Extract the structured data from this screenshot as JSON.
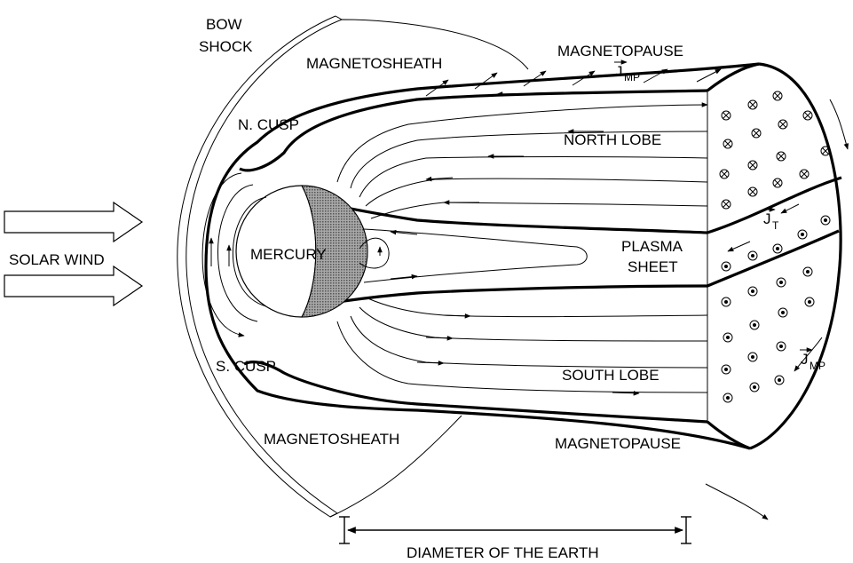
{
  "labels": {
    "bow_shock": [
      "BOW",
      "SHOCK"
    ],
    "magnetosheath_top": "MAGNETOSHEATH",
    "magnetosheath_bottom": "MAGNETOSHEATH",
    "magnetopause_top": "MAGNETOPAUSE",
    "magnetopause_bottom": "MAGNETOPAUSE",
    "n_cusp": "N. CUSP",
    "s_cusp": "S. CUSP",
    "north_lobe": "NORTH LOBE",
    "south_lobe": "SOUTH LOBE",
    "plasma_sheet": [
      "PLASMA",
      "SHEET"
    ],
    "mercury": "MERCURY",
    "solar_wind": "SOLAR WIND",
    "diameter": "DIAMETER OF THE EARTH",
    "current_mp_top": {
      "main": "J",
      "sub": "MP"
    },
    "current_mp_bottom": {
      "main": "J",
      "sub": "MP"
    },
    "current_t": {
      "main": "J",
      "sub": "T"
    }
  }
}
